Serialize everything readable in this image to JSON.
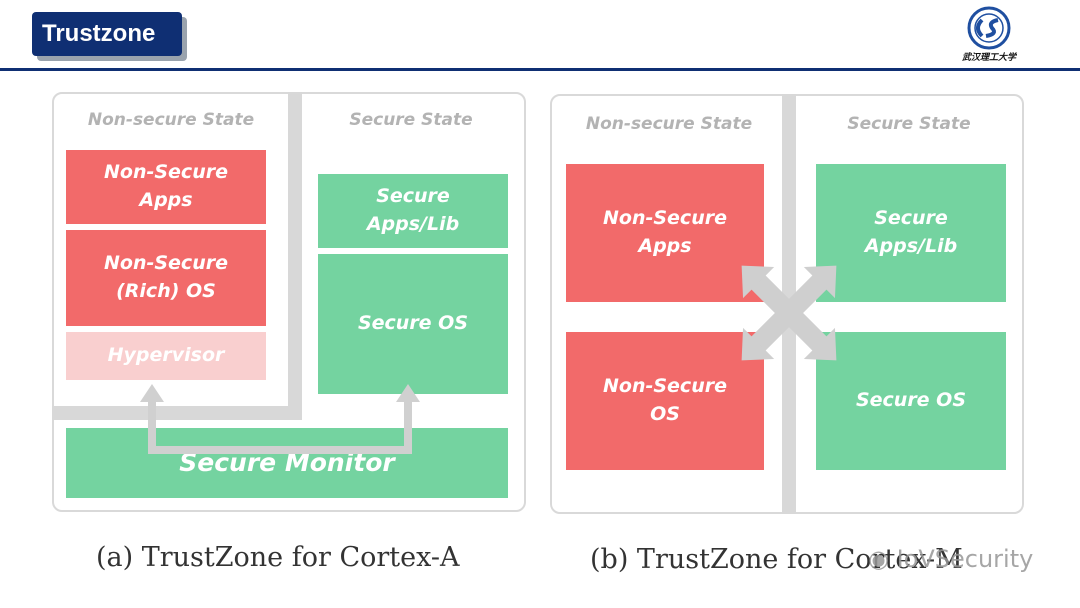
{
  "header": {
    "title": "Trustzone",
    "university_name": "武汉理工大学"
  },
  "diagram_a": {
    "nonsecure_label": "Non-secure State",
    "secure_label": "Secure State",
    "ns_apps": "Non-Secure\nApps",
    "ns_os": "Non-Secure\n(Rich) OS",
    "hypervisor": "Hypervisor",
    "s_apps": "Secure\nApps/Lib",
    "s_os": "Secure OS",
    "monitor": "Secure Monitor",
    "caption": "(a) TrustZone for Cortex-A"
  },
  "diagram_b": {
    "nonsecure_label": "Non-secure State",
    "secure_label": "Secure State",
    "ns_apps": "Non-Secure\nApps",
    "ns_os": "Non-Secure\nOS",
    "s_apps": "Secure\nApps/Lib",
    "s_os": "Secure OS",
    "caption": "(b) TrustZone for Cortex-M"
  },
  "watermark": "IoVSecurity",
  "colors": {
    "red": "#f26a6a",
    "green": "#74d3a0",
    "pink": "#f9cfcf",
    "navy": "#0f2f73",
    "grey": "#d8d8d8"
  }
}
